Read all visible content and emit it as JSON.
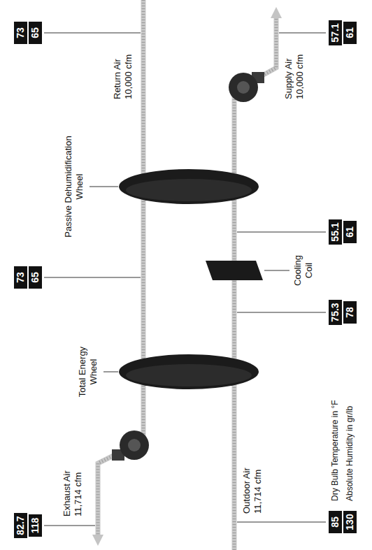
{
  "diagram": {
    "nodes": [
      {
        "text": [
          "82.7",
          "118"
        ]
      },
      {
        "text": [
          "73",
          "65"
        ]
      },
      {
        "text": [
          "73",
          "65"
        ]
      },
      {
        "text": [
          "85",
          "130"
        ]
      },
      {
        "text": [
          "75.3",
          "78"
        ]
      },
      {
        "text": [
          "55.1",
          "61"
        ]
      },
      {
        "text": [
          "57.1",
          "61"
        ]
      }
    ],
    "labels": [
      "Total Energy Wheel",
      "Passive Dehumidification Wheel",
      "Exhaust Air 11,714 cfm",
      "Return Air 10,000 cfm",
      "Outdoor Air 11,714 cfm",
      "Cooling Coil",
      "Supply Air 10,000 cfm",
      "Dry Bulb Temperature in °F",
      "Absolute Humidity in gr/lb"
    ]
  }
}
